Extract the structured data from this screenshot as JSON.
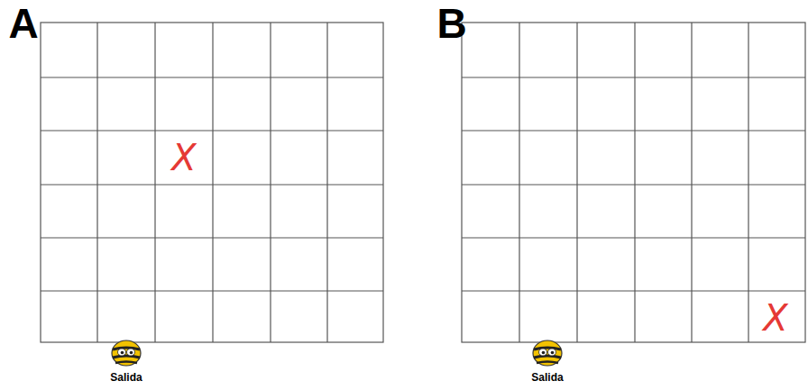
{
  "diagram": {
    "labels": [
      "A",
      "X",
      "Salida",
      "B",
      "X",
      "Salida"
    ]
  }
}
